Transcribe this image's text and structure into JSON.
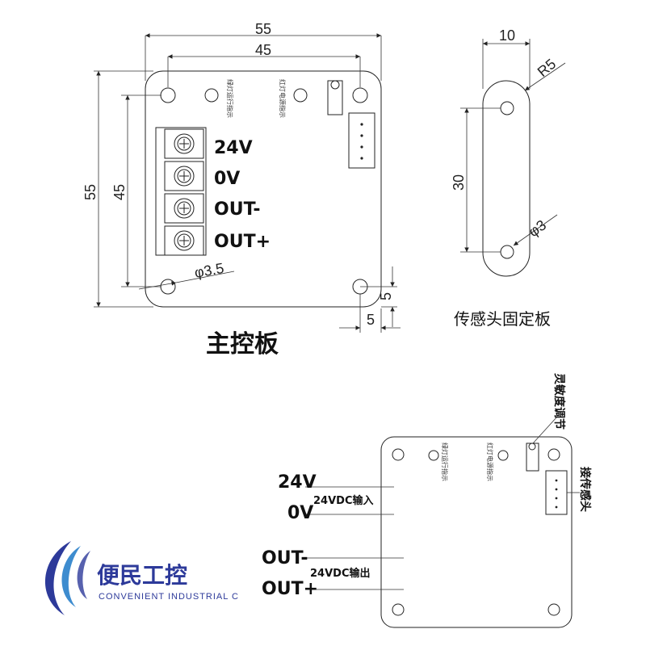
{
  "main_board": {
    "title": "主控板",
    "terminals": [
      "24V",
      "0V",
      "OUT-",
      "OUT+"
    ],
    "indicator_green": "绿灯运行指示",
    "indicator_red": "红灯电源指示",
    "dim_width_outer": "55",
    "dim_width_inner": "45",
    "dim_height_outer": "55",
    "dim_height_inner": "45",
    "dim_hole": "φ3.5",
    "dim_offset_v": "5",
    "dim_offset_h": "5"
  },
  "sensor_plate": {
    "title": "传感头固定板",
    "dim_width": "10",
    "dim_radius": "R5",
    "dim_spacing": "30",
    "dim_hole": "φ3"
  },
  "wiring": {
    "label_24v": "24V",
    "label_0v": "0V",
    "label_input": "24VDC输入",
    "label_out_minus": "OUT-",
    "label_out_plus": "OUT+",
    "label_output": "24VDC输出",
    "sensitivity": "灵敏度调节",
    "sensor_conn": "接传感头",
    "indicator_green": "绿灯运行指示",
    "indicator_red": "红灯电源指示"
  },
  "logo": {
    "cn": "便民工控",
    "en": "CONVENIENT INDUSTRIAL C",
    "brand_color": "#2d3a9a"
  }
}
